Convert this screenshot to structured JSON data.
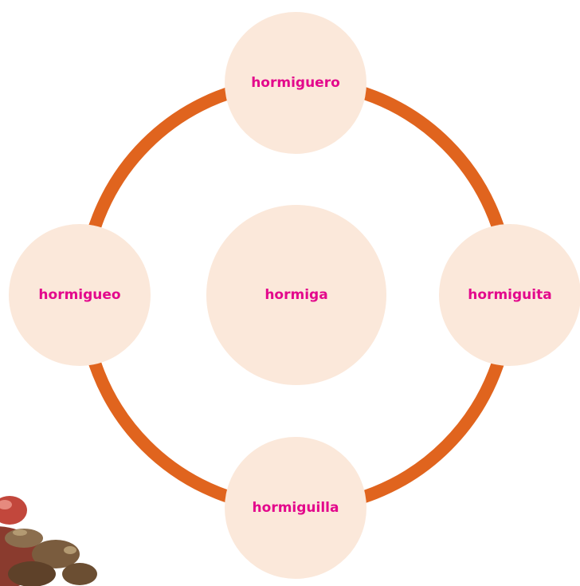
{
  "colors": {
    "ring": "#E0641E",
    "node_fill": "#FBE8DA",
    "label": "#E3088C"
  },
  "diagram": {
    "center": {
      "label": "hormiga"
    },
    "nodes": {
      "top": {
        "label": "hormiguero"
      },
      "right": {
        "label": "hormiguita"
      },
      "bottom": {
        "label": "hormiguilla"
      },
      "left": {
        "label": "hormigueo"
      }
    },
    "decoration": {
      "icon": "ant-icon"
    }
  }
}
